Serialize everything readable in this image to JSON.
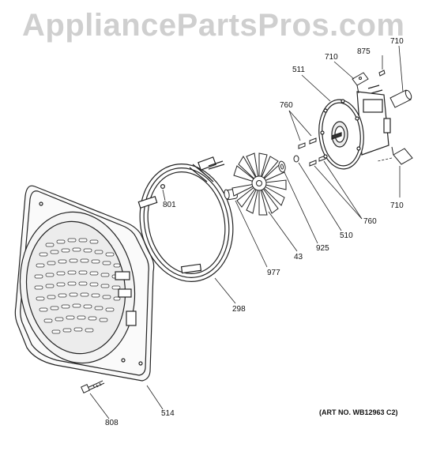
{
  "watermark": "AppliancePartsPros.com",
  "art_number": "(ART NO. WB12963 C2)",
  "parts": [
    {
      "id": "710a",
      "label": "710"
    },
    {
      "id": "875",
      "label": "875"
    },
    {
      "id": "710b",
      "label": "710"
    },
    {
      "id": "511",
      "label": "511"
    },
    {
      "id": "760a",
      "label": "760"
    },
    {
      "id": "801",
      "label": "801"
    },
    {
      "id": "710c",
      "label": "710"
    },
    {
      "id": "760b",
      "label": "760"
    },
    {
      "id": "510",
      "label": "510"
    },
    {
      "id": "925",
      "label": "925"
    },
    {
      "id": "43",
      "label": "43"
    },
    {
      "id": "977",
      "label": "977"
    },
    {
      "id": "298",
      "label": "298"
    },
    {
      "id": "514",
      "label": "514"
    },
    {
      "id": "808",
      "label": "808"
    }
  ]
}
